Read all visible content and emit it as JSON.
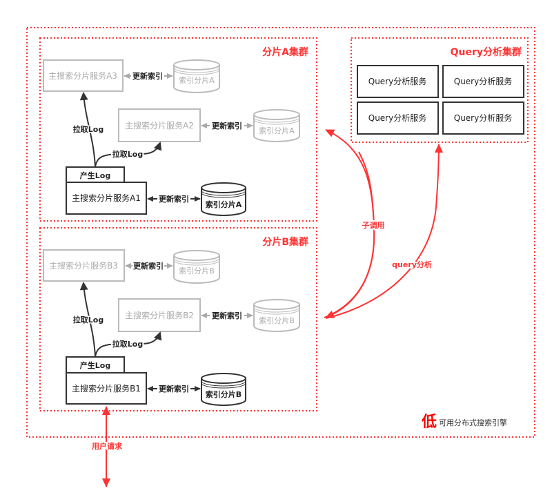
{
  "colors": {
    "accent": "#ff3333",
    "active_stroke": "#333333",
    "inactive_stroke": "#bbbbbb",
    "inactive_text": "#aaaaaa",
    "text": "#222222"
  },
  "system": {
    "big_char": "低",
    "title": "可用分布式搜索引擎"
  },
  "cluster_a": {
    "title": "分片A集群",
    "replica3": {
      "label": "主搜索分片服务A3",
      "index": "索引分片A",
      "update": "更新索引"
    },
    "replica2": {
      "label": "主搜索分片服务A2",
      "index": "索引分片A",
      "update": "更新索引"
    },
    "primary": {
      "tab": "产生Log",
      "label": "主搜索分片服务A1",
      "index": "索引分片A",
      "update": "更新索引"
    },
    "pull_log_1": "拉取Log",
    "pull_log_2": "拉取Log"
  },
  "cluster_b": {
    "title": "分片B集群",
    "replica3": {
      "label": "主搜索分片服务B3",
      "index": "索引分片B",
      "update": "更新索引"
    },
    "replica2": {
      "label": "主搜索分片服务B2",
      "index": "索引分片B",
      "update": "更新索引"
    },
    "primary": {
      "tab": "产生Log",
      "label": "主搜索分片服务B1",
      "index": "索引分片B",
      "update": "更新索引"
    },
    "pull_log_1": "拉取Log",
    "pull_log_2": "拉取Log"
  },
  "query_cluster": {
    "title": "Query分析集群",
    "services": [
      "Query分析服务",
      "Query分析服务",
      "Query分析服务",
      "Query分析服务"
    ]
  },
  "edges": {
    "sub_call": "子调用",
    "query_analysis": "query分析",
    "user_request": "用户请求"
  }
}
